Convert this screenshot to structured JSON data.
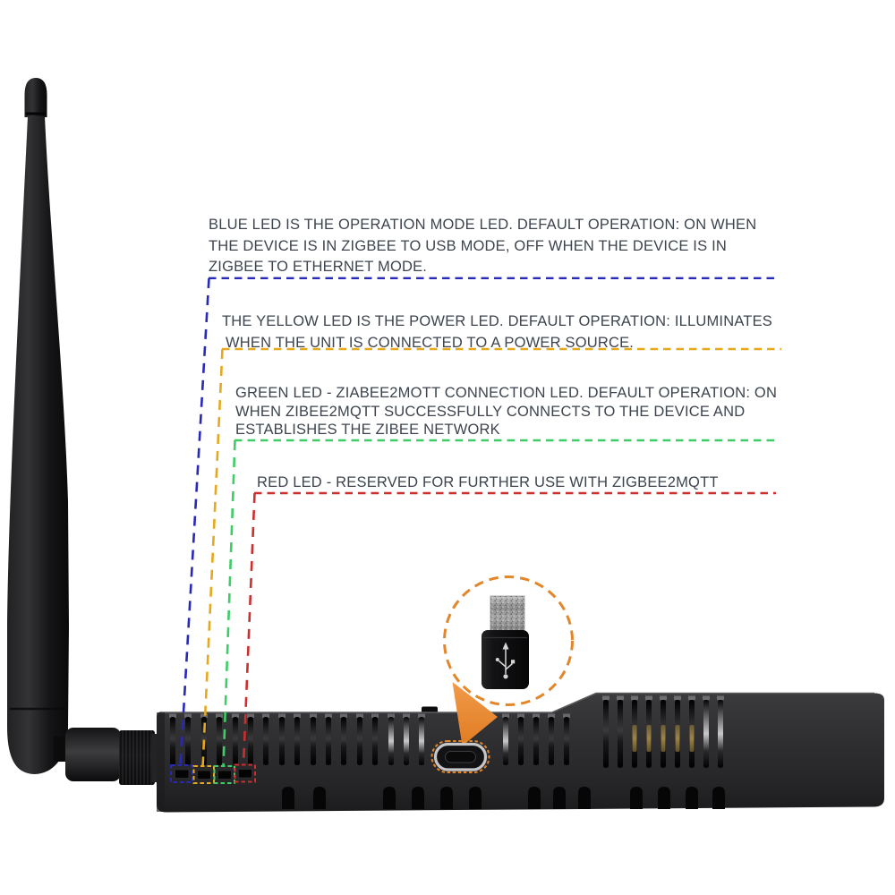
{
  "annotations": [
    {
      "id": "blue",
      "color": "#2929b8",
      "lines": [
        "BLUE LED IS THE OPERATION MODE LED. DEFAULT OPERATION: ON WHEN",
        "THE DEVICE IS IN ZIGBEE TO USB MODE, OFF WHEN THE DEVICE IS IN",
        "ZIGBEE TO ETHERNET MODE."
      ]
    },
    {
      "id": "yellow",
      "color": "#e5a81e",
      "lines": [
        "THE YELLOW LED IS THE POWER LED. DEFAULT OPERATION: ILLUMINATES",
        "WHEN THE UNIT IS CONNECTED TO A POWER SOURCE."
      ]
    },
    {
      "id": "green",
      "color": "#3ecc66",
      "lines": [
        "GREEN LED - ZIABEE2MOTT CONNECTION LED. DEFAULT OPERATION: ON",
        "WHEN ZIBEE2MQTT SUCCESSFULLY CONNECTS TO THE DEVICE AND",
        "ESTABLISHES THE ZIBEE NETWORK"
      ]
    },
    {
      "id": "red",
      "color": "#cc2f2f",
      "lines": [
        "RED LED - RESERVED FOR FURTHER USE WITH ZIGBEE2MQTT"
      ]
    }
  ],
  "colors": {
    "text": "#3d444e",
    "accent_orange": "#e2862c",
    "device_body": "#2e2e30",
    "gold_contacts": "#8f7a45"
  },
  "icons": [
    "usb-trident-icon",
    "zoom-callout-circle",
    "callout-arrow",
    "external-antenna",
    "usb-c-port",
    "led-window-blue",
    "led-window-yellow",
    "led-window-green",
    "led-window-red"
  ]
}
